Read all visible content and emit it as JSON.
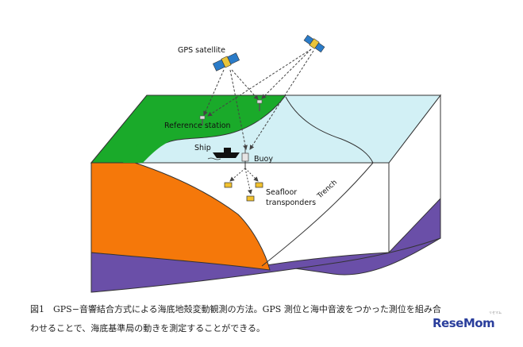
{
  "diagram": {
    "labels": {
      "gps_satellite": "GPS satellite",
      "reference_station": "Reference station",
      "ship": "Ship",
      "buoy": "Buoy",
      "seafloor_transponders_line1": "Seafloor",
      "seafloor_transponders_line2": "transponders",
      "trench": "Trench"
    },
    "colors": {
      "sea": "#d2f0f5",
      "seafloor_white": "#ffffff",
      "land_green": "#1aaa2a",
      "plate_orange": "#f5780a",
      "crust_purple": "#6a4fa8",
      "outline": "#333333"
    }
  },
  "caption": {
    "line1": "図1　GPS−音響結合方式による海底地殻変動観測の方法。GPS 測位と海中音波をつかった測位を組み合",
    "line2": "わせることで、海底基準局の動きを測定することができる。"
  },
  "branding": {
    "logo_text": "ReseMom",
    "logo_subtext": "リセマム"
  }
}
